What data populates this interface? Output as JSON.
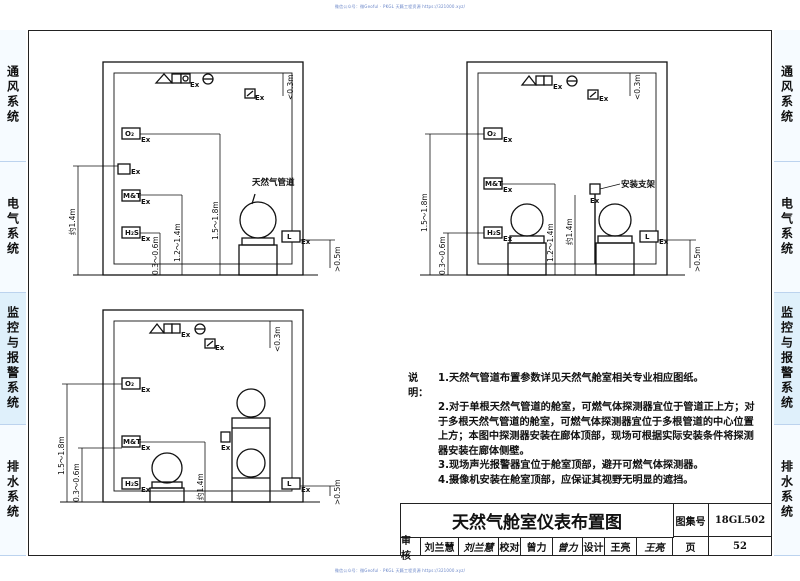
{
  "watermark": {
    "top": "微信公众号：微Geoful · PKGL 天籁工程资源 https://321000.xyz/",
    "bottom": "微信公众号：微Geoful · PKGL 天籁工程资源 https://321000.xyz/"
  },
  "side_nav": {
    "left": [
      "通风系统",
      "电气系统",
      "监控与报警系统",
      "排水系统"
    ],
    "right": [
      "通风系统",
      "电气系统",
      "监控与报警系统",
      "排水系统"
    ],
    "active_index": 2
  },
  "diagrams": {
    "ex": "Ex",
    "o2": "O₂",
    "mt": "M&T",
    "h2s": "H₂S",
    "l": "L",
    "dim_top": "<0.3m",
    "dim_1518": "1.5～1.8m",
    "dim_1214": "1.2～1.4m",
    "dim_0306": "0.3～0.6m",
    "dim_14": "约1.4m",
    "dim_05": ">0.5m",
    "label_gas_pipe": "天然气管道",
    "label_bracket": "安装支架"
  },
  "notes": {
    "label": "说明：",
    "items": [
      "1.天然气管道布置参数详见天然气舱室相关专业相应图纸。",
      "2.对于单根天然气管道的舱室，可燃气体探测器宜位于管道正上方；对于多根天然气管道的舱室，可燃气体探测器宜位于多根管道的中心位置上方；本图中探测器安装在廊体顶部，现场可根据实际安装条件将探测器安装在廊体侧壁。",
      "3.现场声光报警器宜位于舱室顶部，避开可燃气体探测器。",
      "4.摄像机安装在舱室顶部，应保证其视野无明显的遮挡。"
    ]
  },
  "title_block": {
    "title": "天然气舱室仪表布置图",
    "atlas_label": "图集号",
    "atlas_no": "18GL502",
    "review_label": "审核",
    "review_name": "刘兰慧",
    "review_sig": "刘兰慧",
    "check_label": "校对",
    "check_name": "曾力",
    "check_sig": "曾力",
    "design_label": "设计",
    "design_name": "王亮",
    "design_sig": "王亮",
    "page_label": "页",
    "page_no": "52"
  }
}
